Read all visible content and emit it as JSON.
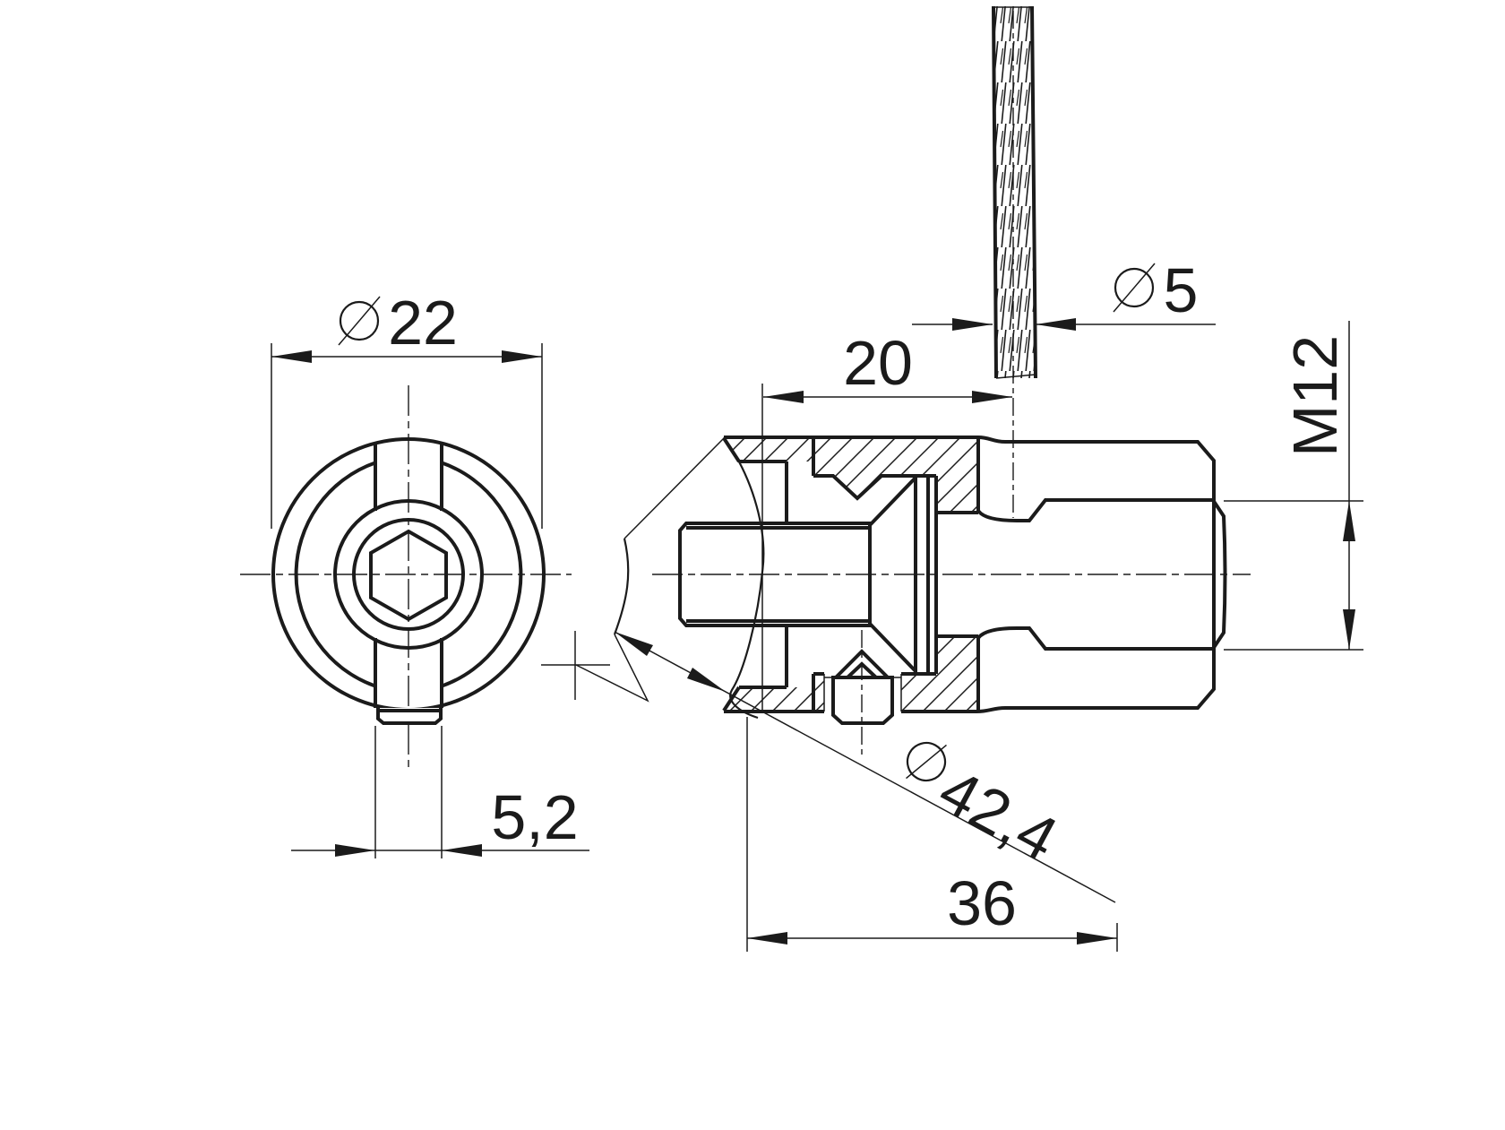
{
  "drawing": {
    "background_color": "#ffffff",
    "line_color": "#1b1b1b",
    "dimensions": {
      "outer_diameter": {
        "symbol": "Ø",
        "value": "22"
      },
      "slot_width": {
        "value": "5,2"
      },
      "insertion_depth": {
        "value": "20"
      },
      "cable_diameter": {
        "symbol": "Ø",
        "value": "5"
      },
      "thread": {
        "value": "M12"
      },
      "tube_diameter": {
        "symbol": "Ø",
        "value": "42,4"
      },
      "overall_length": {
        "value": "36"
      }
    }
  }
}
